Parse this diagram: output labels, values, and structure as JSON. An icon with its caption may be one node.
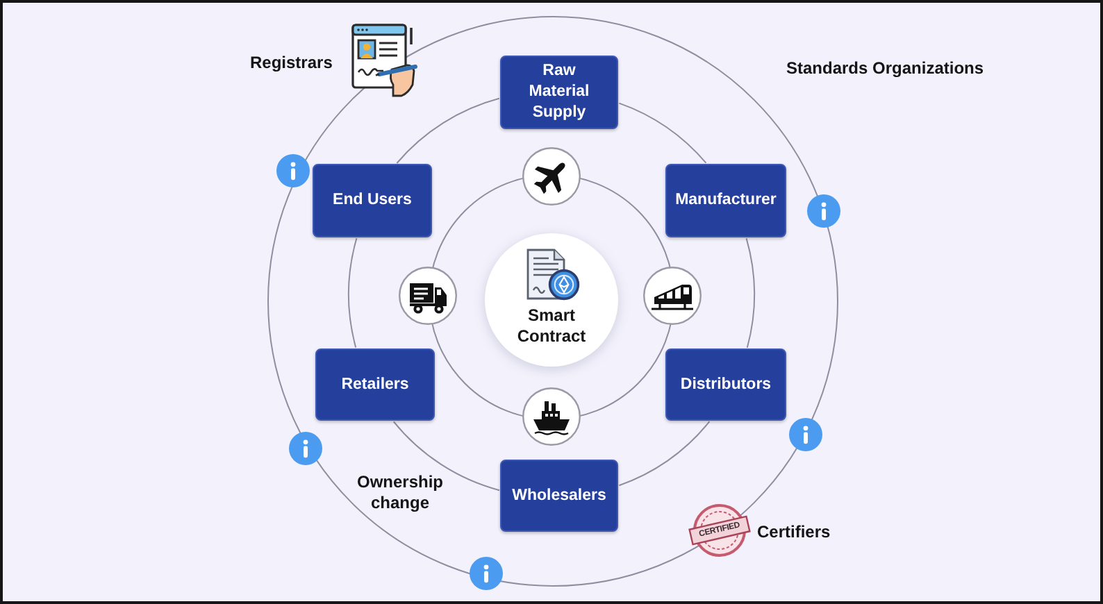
{
  "diagram": {
    "nodes": [
      {
        "text": [
          "Raw Material Supply"
        ]
      },
      {
        "text": [
          "End Users"
        ]
      },
      {
        "text": [
          "Manufacturer"
        ]
      },
      {
        "text": [
          "Smart Contract"
        ]
      },
      {
        "text": [
          "Retailers"
        ]
      },
      {
        "text": [
          "Distributors"
        ]
      },
      {
        "text": [
          "Wholesalers"
        ]
      }
    ],
    "edges": [
      {
        "from": 0,
        "to": 2,
        "arrow": "none"
      },
      {
        "from": 2,
        "to": 5,
        "arrow": "none"
      },
      {
        "from": 5,
        "to": 6,
        "arrow": "none"
      },
      {
        "from": 6,
        "to": 4,
        "arrow": "none"
      },
      {
        "from": 4,
        "to": 1,
        "arrow": "none"
      },
      {
        "from": 1,
        "to": 0,
        "arrow": "none"
      }
    ],
    "labels": [
      "Registrars",
      "Standards Organizations",
      "Ownership change",
      "CERTIFIED",
      "Certifiers"
    ]
  }
}
